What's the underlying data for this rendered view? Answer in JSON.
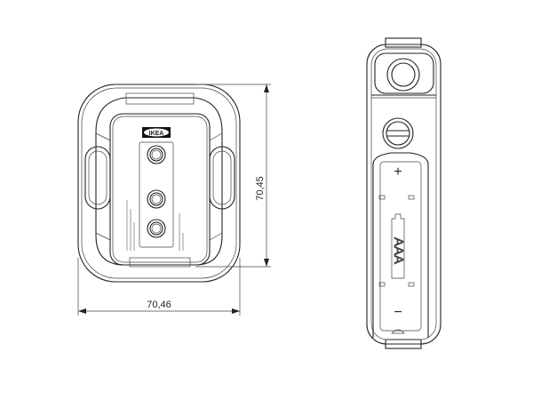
{
  "front_view": {
    "logo": "IKEA",
    "dimension_height": "70,45",
    "dimension_width": "70,46"
  },
  "side_view": {
    "battery_label": "AAA",
    "plus_sign": "+",
    "minus_sign": "−"
  }
}
